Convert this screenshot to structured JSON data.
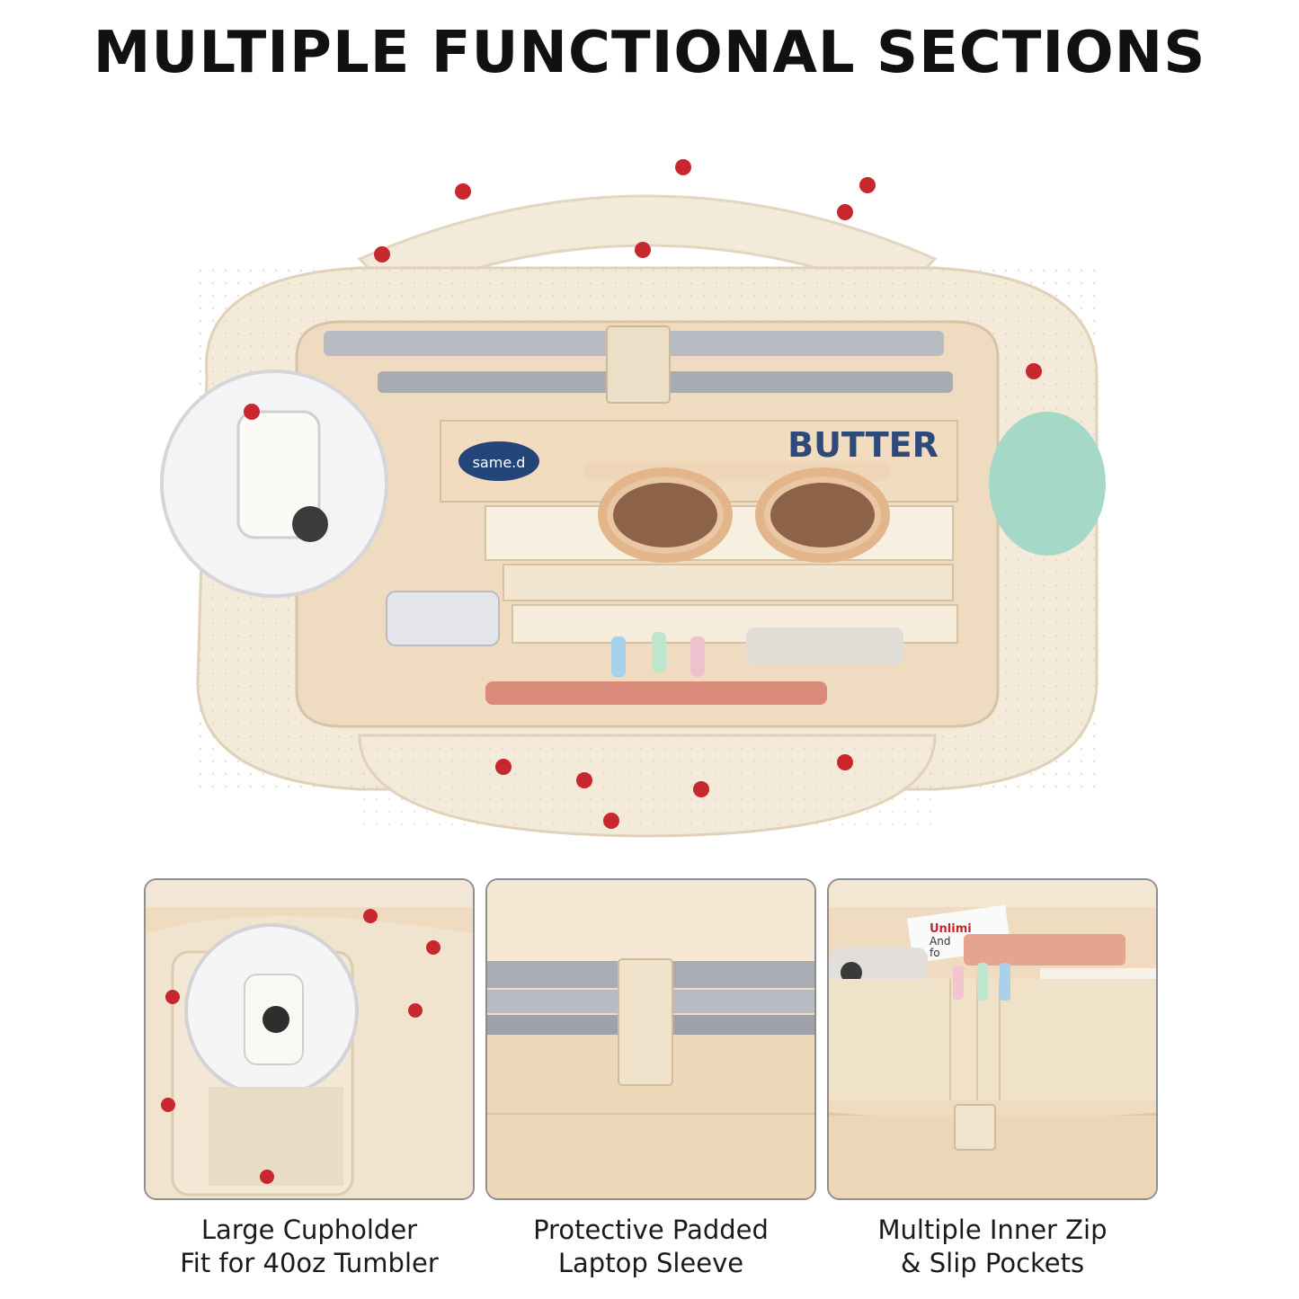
{
  "headline": "MULTIPLE FUNCTIONAL SECTIONS",
  "product_text": {
    "book_title": "BUTTER",
    "book_sticker": "same.d",
    "notebook_label_1": "Unlimi",
    "notebook_label_2": "And",
    "notebook_label_3": "fo"
  },
  "panels": [
    {
      "line1": "Large Cupholder",
      "line2": "Fit for 40oz Tumbler"
    },
    {
      "line1": "Protective Padded",
      "line2": "Laptop Sleeve"
    },
    {
      "line1": "Multiple Inner Zip",
      "line2": "& Slip Pockets"
    }
  ],
  "colors": {
    "canvas": "#f3ead9",
    "strawberry": "#c8272d",
    "lining": "#efdcc0",
    "mint": "#a6d8c8"
  }
}
